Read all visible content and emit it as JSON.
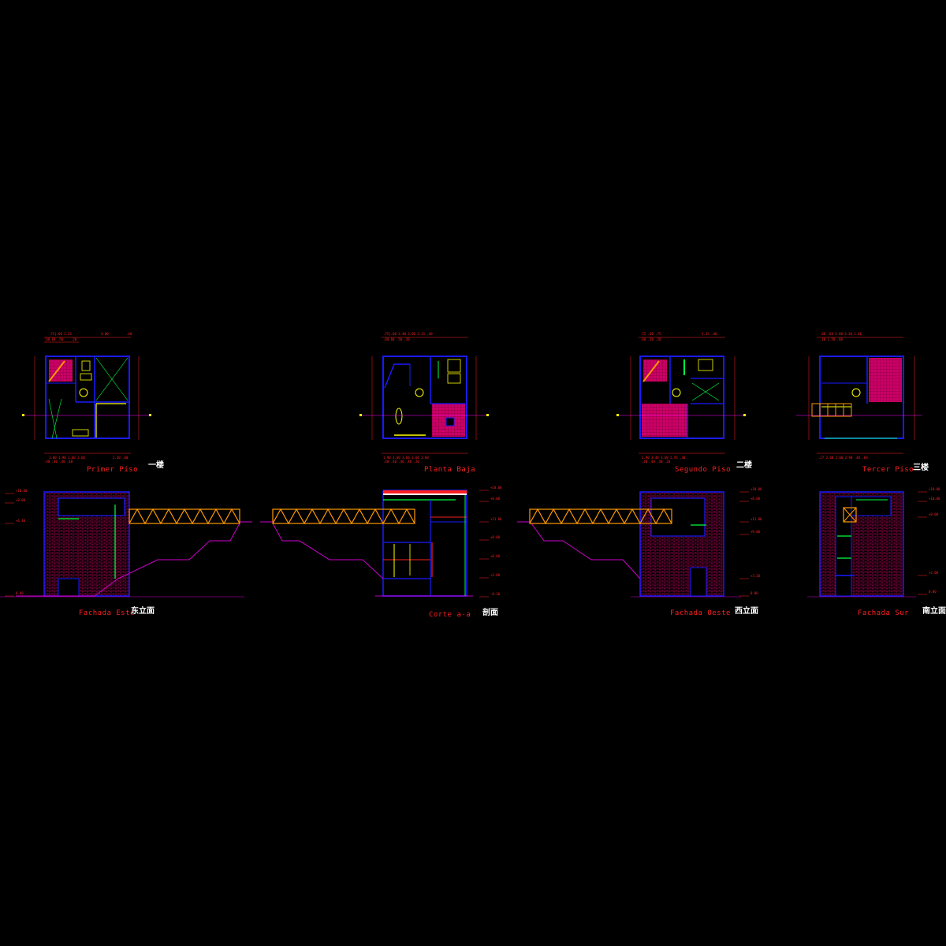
{
  "colors": {
    "background": "#000000",
    "wall": "#1a1aff",
    "label": "#ff2020",
    "brick": "#cc0066",
    "truss": "#ff9900",
    "ground": "#cc00cc",
    "green": "#00ff40",
    "yellow": "#ffff00",
    "white": "#ffffff"
  },
  "plans": {
    "primer_piso": {
      "label": "Primer Piso",
      "cn": "一楼"
    },
    "planta_baja": {
      "label": "Planta Baja",
      "cn": ""
    },
    "segundo_piso": {
      "label": "Segundo Piso",
      "cn": "二楼"
    },
    "tercer_piso": {
      "label": "Tercer Piso",
      "cn": "三楼"
    }
  },
  "elevations": {
    "fachada_este": {
      "label": "Fachada Este",
      "cn": "东立面"
    },
    "corte_aa": {
      "label": "Corte a-a",
      "cn": "剖面"
    },
    "fachada_oeste": {
      "label": "Fachada Oeste",
      "cn": "西立面"
    },
    "fachada_sur": {
      "label": "Fachada Sur",
      "cn": "南立面"
    }
  },
  "levels": {
    "este": [
      "+10.00",
      "+8.00",
      "+6.40",
      "0.00"
    ],
    "corte": [
      "+10.00",
      "+6.00",
      "+11.00",
      "+8.00",
      "+6.00",
      "+3.00",
      "-0.10"
    ],
    "oeste": [
      "+10.00",
      "+8.00",
      "+11.00",
      "+9.00",
      "+3.20",
      "0.00"
    ],
    "sur": [
      "+10.00",
      "+10.00",
      "+8.00",
      "+2.00",
      "0.00"
    ]
  }
}
